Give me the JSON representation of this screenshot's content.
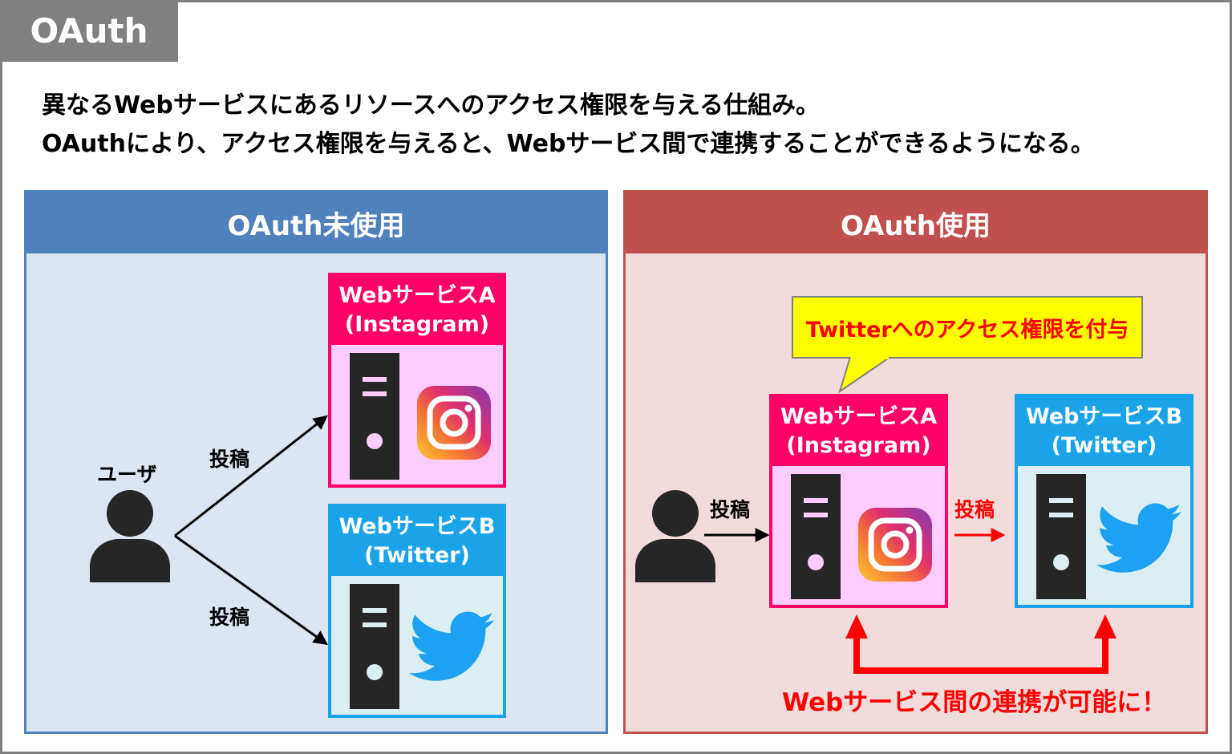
{
  "title": "OAuth",
  "description": {
    "line1": "異なるWebサービスにあるリソースへのアクセス権限を与える仕組み。",
    "line2": "OAuthにより、アクセス権限を与えると、Webサービス間で連携することができるようになる。"
  },
  "left_panel": {
    "title": "OAuth未使用",
    "user_label": "ユーザ",
    "post_label_top": "投稿",
    "post_label_bottom": "投稿",
    "service_a": {
      "name": "WebサービスA",
      "sub": "(Instagram)"
    },
    "service_b": {
      "name": "WebサービスB",
      "sub": "(Twitter)"
    }
  },
  "right_panel": {
    "title": "OAuth使用",
    "bubble": "Twitterへのアクセス権限を付与",
    "post_label_user": "投稿",
    "post_label_service": "投稿",
    "service_a": {
      "name": "WebサービスA",
      "sub": "(Instagram)"
    },
    "service_b": {
      "name": "WebサービスB",
      "sub": "(Twitter)"
    },
    "result": "Webサービス間の連携が可能に！"
  },
  "icons": [
    "user-icon",
    "server-icon",
    "instagram-icon",
    "twitter-bird-icon",
    "arrow-icon"
  ],
  "colors": {
    "blue_panel": "#4f81bd",
    "red_panel": "#c0504d",
    "service_a": "#ff0066",
    "service_b": "#1aa3e8",
    "highlight": "#ff0000",
    "bubble": "#ffff00"
  }
}
